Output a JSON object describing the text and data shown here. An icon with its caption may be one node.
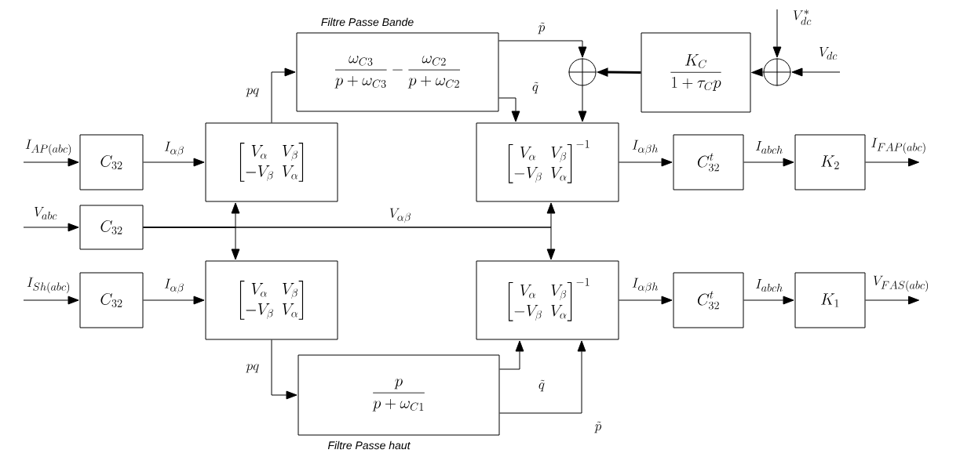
{
  "diagram": {
    "nodes": [
      {
        "text": [
          "C_{32}"
        ]
      },
      {
        "text": [
          "C_{32}"
        ]
      },
      {
        "text": [
          "C_{32}"
        ]
      },
      {
        "text": [
          "\\begin{bmatrix}V_\\alpha & V_\\beta\\\\ -V_\\beta & V_\\alpha\\end{bmatrix}"
        ]
      },
      {
        "text": [
          "\\begin{bmatrix}V_\\alpha & V_\\beta\\\\ -V_\\beta & V_\\alpha\\end{bmatrix}"
        ]
      },
      {
        "text": [
          "Filtre Passe Bande",
          "\\frac{\\omega_{C3}}{p+\\omega_{C3}}-\\frac{\\omega_{C2}}{p+\\omega_{C2}}"
        ]
      },
      {
        "text": [
          "\\frac{p}{p+\\omega_{C1}}",
          "Filtre Passe haut"
        ]
      },
      {
        "text": [],
        "shape": "circle"
      },
      {
        "text": [],
        "shape": "circle"
      },
      {
        "text": [
          "\\frac{K_C}{1+\\tau_C p}"
        ]
      },
      {
        "text": [
          "\\begin{bmatrix}V_\\alpha & V_\\beta\\\\ -V_\\beta & V_\\alpha\\end{bmatrix}^{-1}"
        ]
      },
      {
        "text": [
          "\\begin{bmatrix}V_\\alpha & V_\\beta\\\\ -V_\\beta & V_\\alpha\\end{bmatrix}^{-1}"
        ]
      },
      {
        "text": [
          "C_{32}^{t}"
        ]
      },
      {
        "text": [
          "K_2"
        ]
      },
      {
        "text": [
          "C_{32}^{t}"
        ]
      },
      {
        "text": [
          "K_1"
        ]
      }
    ],
    "edges": [
      {
        "from": null,
        "to": 0,
        "arrow": "to",
        "label": "I_{AP(abc)}"
      },
      {
        "from": null,
        "to": 1,
        "arrow": "to",
        "label": "V_{abc}"
      },
      {
        "from": null,
        "to": 2,
        "arrow": "to",
        "label": "I_{Sh(abc)}"
      },
      {
        "from": 0,
        "to": 3,
        "arrow": "to",
        "label": "I_{\\alpha\\beta}"
      },
      {
        "from": 1,
        "to": 3,
        "arrow": "to"
      },
      {
        "from": 1,
        "to": 4,
        "arrow": "to"
      },
      {
        "from": 1,
        "to": 10,
        "arrow": "to",
        "label": "V_{\\alpha\\beta}"
      },
      {
        "from": 1,
        "to": 11,
        "arrow": "to"
      },
      {
        "from": 2,
        "to": 4,
        "arrow": "to",
        "label": "I_{\\alpha\\beta}"
      },
      {
        "from": 3,
        "to": 5,
        "arrow": "to",
        "label": "pq"
      },
      {
        "from": 4,
        "to": 6,
        "arrow": "to",
        "label": "pq"
      },
      {
        "from": 5,
        "to": 7,
        "arrow": "to",
        "label": "\\tilde{p}"
      },
      {
        "from": 5,
        "to": 10,
        "arrow": "to",
        "label": "\\tilde{q}"
      },
      {
        "from": 9,
        "to": 7,
        "arrow": "to",
        "style": "thick"
      },
      {
        "from": 7,
        "to": 10,
        "arrow": "to"
      },
      {
        "from": null,
        "to": 8,
        "arrow": "to",
        "label": "V_{dc}^{*}"
      },
      {
        "from": null,
        "to": 8,
        "arrow": "to",
        "label": "V_{dc}"
      },
      {
        "from": 8,
        "to": 9,
        "arrow": "to"
      },
      {
        "from": 10,
        "to": 12,
        "arrow": "to",
        "label": "I_{\\alpha\\beta h}"
      },
      {
        "from": 12,
        "to": 13,
        "arrow": "to",
        "label": "I_{abch}"
      },
      {
        "from": 13,
        "to": null,
        "arrow": "to",
        "label": "I_{FAP(abc)}"
      },
      {
        "from": 11,
        "to": 14,
        "arrow": "to",
        "label": "I_{\\alpha\\beta h}"
      },
      {
        "from": 14,
        "to": 15,
        "arrow": "to",
        "label": "I_{abch}"
      },
      {
        "from": 15,
        "to": null,
        "arrow": "to",
        "label": "V_{FAS(abc)}"
      },
      {
        "from": 6,
        "to": 11,
        "arrow": "to",
        "label": "\\tilde{q}"
      },
      {
        "from": 6,
        "to": 11,
        "arrow": "to",
        "label": "\\tilde{p}"
      }
    ]
  }
}
